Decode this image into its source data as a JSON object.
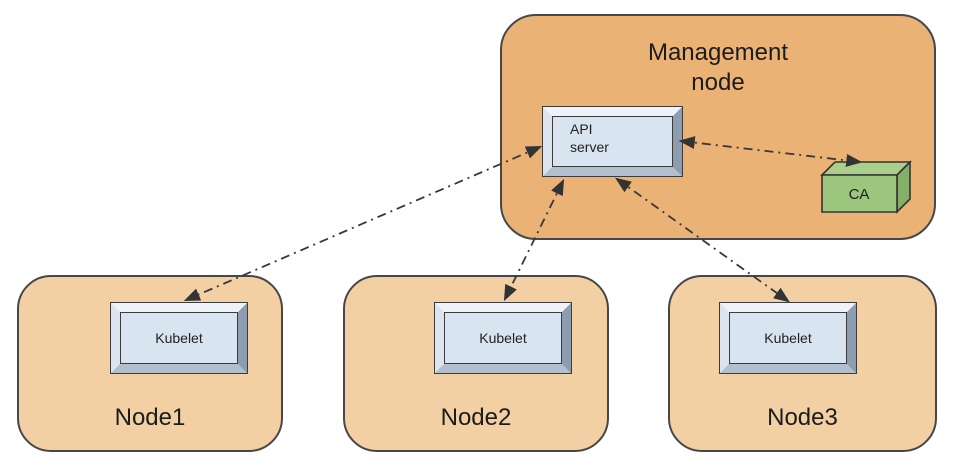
{
  "management_node": {
    "label": "Management node",
    "api_server_label": "API server",
    "ca_label": "CA"
  },
  "nodes": [
    {
      "label": "Node1",
      "component_label": "Kubelet"
    },
    {
      "label": "Node2",
      "component_label": "Kubelet"
    },
    {
      "label": "Node3",
      "component_label": "Kubelet"
    }
  ],
  "connections": [
    {
      "from": "API server",
      "to": "Kubelet (Node1)",
      "line_style": "dash-dot",
      "bidirectional": true
    },
    {
      "from": "API server",
      "to": "Kubelet (Node2)",
      "line_style": "dash-dot",
      "bidirectional": true
    },
    {
      "from": "API server",
      "to": "Kubelet (Node3)",
      "line_style": "dash-dot",
      "bidirectional": true
    },
    {
      "from": "API server",
      "to": "CA",
      "line_style": "dash-dot",
      "bidirectional": true
    }
  ],
  "colors": {
    "management_node_fill": "#EBB276",
    "worker_node_fill": "#F3D0A3",
    "component_face_fill": "#D9E4F1",
    "ca_front_fill": "#9CC67D",
    "ca_top_fill": "#AACF8B",
    "ca_side_fill": "#83B066",
    "outline": "#474747",
    "arrow": "#383838"
  }
}
